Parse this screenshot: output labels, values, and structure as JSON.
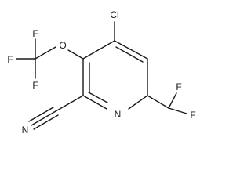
{
  "molecule": {
    "atoms": {
      "cl": "Cl",
      "o": "O",
      "n_ring": "N",
      "n_nitrile": "N",
      "f_cf3_top": "F",
      "f_cf3_left": "F",
      "f_cf3_bottom": "F",
      "f_chf2_top": "F",
      "f_chf2_right": "F"
    }
  }
}
